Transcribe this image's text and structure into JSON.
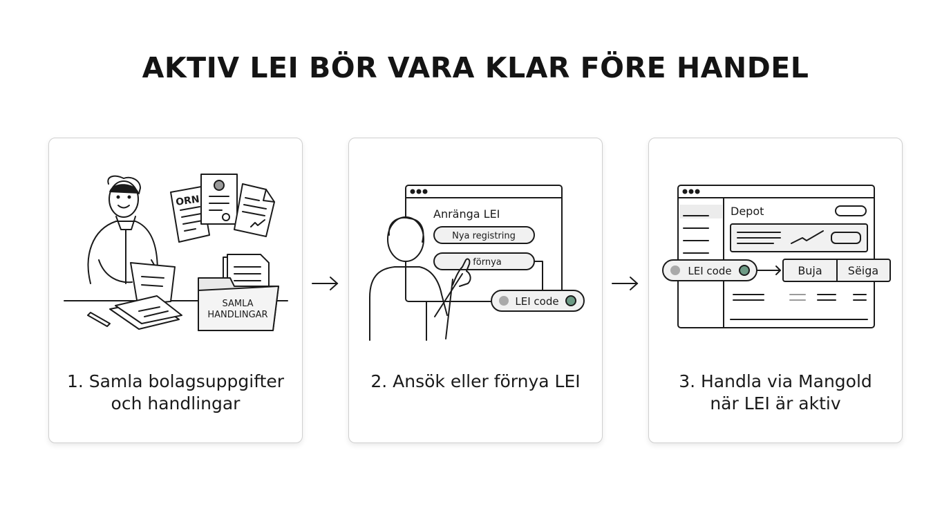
{
  "title": "AKTIV LEI BÖR VARA KLAR FÖRE HANDEL",
  "steps": [
    {
      "caption_line1": "1. Samla bolagsuppgifter",
      "caption_line2": "och handlingar",
      "doc_label": "ORN",
      "folder_label_line1": "SAMLA",
      "folder_label_line2": "HANDLINGAR"
    },
    {
      "caption_line1": "2. Ansök eller förnya LEI",
      "caption_line2": "",
      "window_title": "Anränga LEI",
      "button_new": "Nya registring",
      "button_renew": "förnya",
      "lei_tag": "LEI code"
    },
    {
      "caption_line1": "3. Handla via Mangold",
      "caption_line2": "när LEI är aktiv",
      "window_title": "Depot",
      "lei_tag": "LEI code",
      "buy_label": "Buja",
      "sell_label": "Sëiga"
    }
  ],
  "colors": {
    "status_active": "#6d9a85",
    "status_inactive": "#a9a9a9"
  }
}
